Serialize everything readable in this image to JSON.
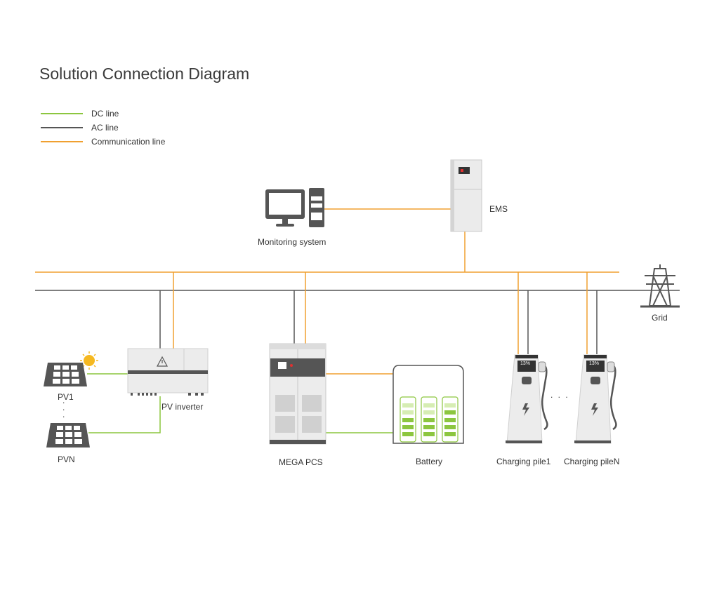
{
  "title": "Solution Connection Diagram",
  "legend": [
    {
      "label": "DC line",
      "color": "#8cc63f"
    },
    {
      "label": "AC line",
      "color": "#555555"
    },
    {
      "label": "Communication line",
      "color": "#f0a030"
    }
  ],
  "labels": {
    "monitoring": "Monitoring system",
    "ems": "EMS",
    "grid": "Grid",
    "pv1": "PV1",
    "pvn": "PVN",
    "pv_inverter": "PV inverter",
    "mega_pcs": "MEGA PCS",
    "battery": "Battery",
    "charging1": "Charging pile1",
    "chargingN": "Charging pileN",
    "charger_screen": "13%",
    "ellipsis_v": ".\n.\n.",
    "ellipsis_h": ". . ."
  },
  "colors": {
    "dc": "#8cc63f",
    "ac": "#555555",
    "comm": "#f0a030",
    "device": "#e6e6e6",
    "device_dark": "#555555"
  }
}
